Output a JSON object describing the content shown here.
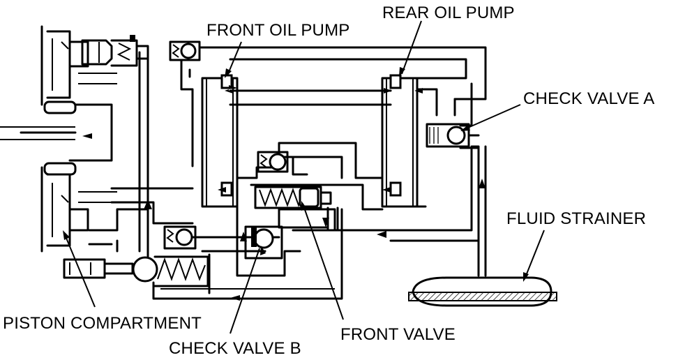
{
  "labels": {
    "front_oil_pump": "FRONT OIL PUMP",
    "rear_oil_pump": "REAR OIL PUMP",
    "check_valve_a": "CHECK VALVE A",
    "fluid_strainer": "FLUID STRAINER",
    "piston_compartment": "PISTON COMPARTMENT",
    "check_valve_b": "CHECK VALVE B",
    "front_valve": "FRONT VALVE"
  },
  "colors": {
    "line": "#000000",
    "background": "#ffffff"
  }
}
